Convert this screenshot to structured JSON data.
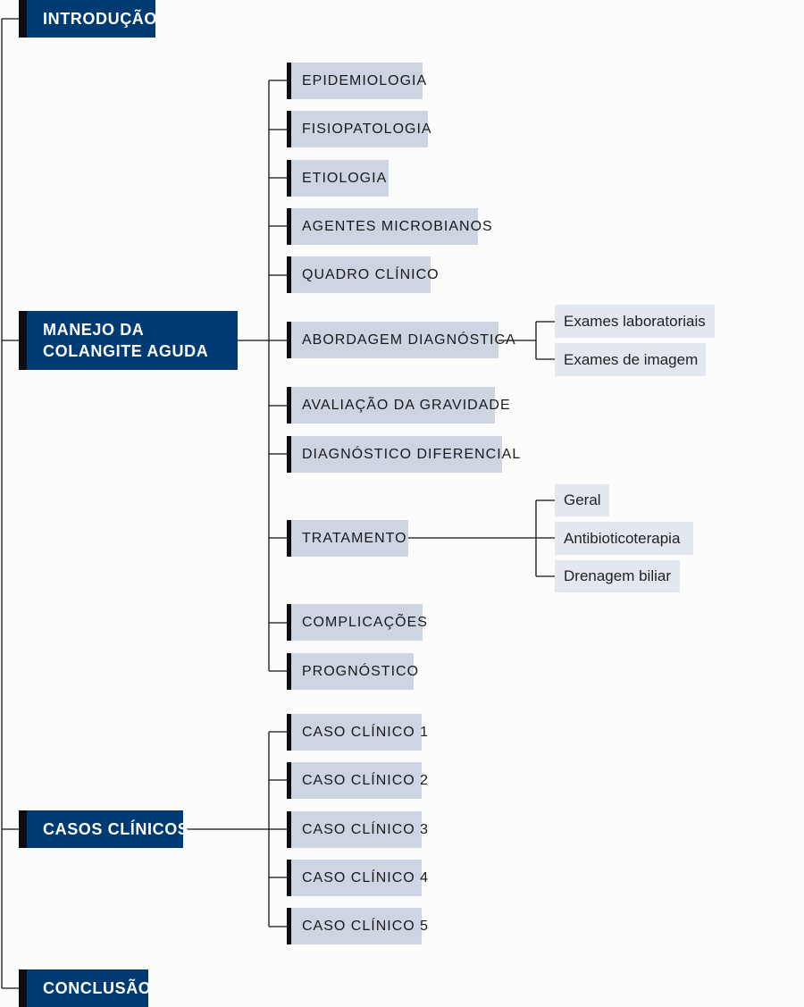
{
  "colors": {
    "primary": "#003a73",
    "secondary": "#cdd4e2",
    "tertiary": "#e3e7f0",
    "line": "#111111"
  },
  "sections": {
    "intro": {
      "label": "INTRODUÇÃO"
    },
    "manejo": {
      "label": "MANEJO DA COLANGITE AGUDA",
      "children": {
        "epidemiologia": "EPIDEMIOLOGIA",
        "fisiopatologia": "FISIOPATOLOGIA",
        "etiologia": "ETIOLOGIA",
        "agentes": "AGENTES MICROBIANOS",
        "quadro": "QUADRO CLÍNICO",
        "abordagem": {
          "label": "ABORDAGEM DIAGNÓSTICA",
          "children": {
            "laboratoriais": "Exames laboratoriais",
            "imagem": "Exames de imagem"
          }
        },
        "gravidade": "AVALIAÇÃO DA GRAVIDADE",
        "diferencial": "DIAGNÓSTICO DIFERENCIAL",
        "tratamento": {
          "label": "TRATAMENTO",
          "children": {
            "geral": "Geral",
            "antibioticoterapia": "Antibioticoterapia",
            "drenagem": "Drenagem biliar"
          }
        },
        "complicacoes": "COMPLICAÇÕES",
        "prognostico": "PROGNÓSTICO"
      }
    },
    "casos": {
      "label": "CASOS CLÍNICOS",
      "children": {
        "caso1": "CASO CLÍNICO 1",
        "caso2": "CASO CLÍNICO 2",
        "caso3": "CASO CLÍNICO 3",
        "caso4": "CASO CLÍNICO 4",
        "caso5": "CASO CLÍNICO 5"
      }
    },
    "conclusao": {
      "label": "CONCLUSÃO"
    }
  }
}
